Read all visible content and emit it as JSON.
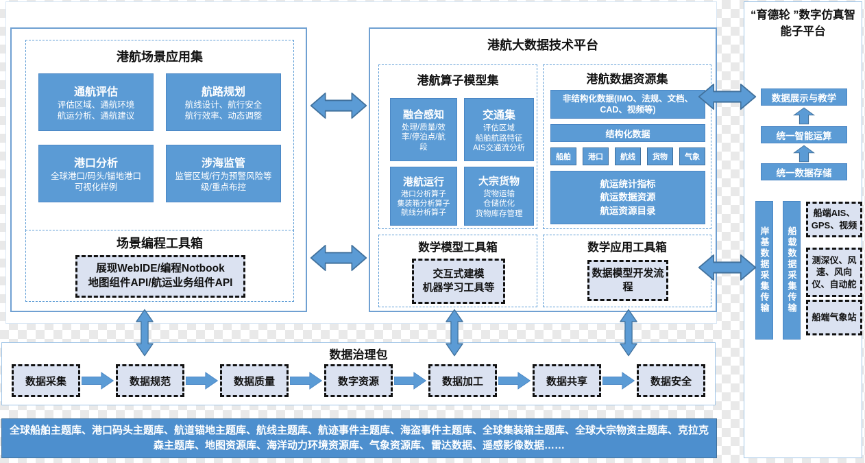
{
  "colors": {
    "accent": "#5b9bd5",
    "accent_dark": "#41719c",
    "panel_fill": "#dbe2f1",
    "bar_fill": "#4d8fce"
  },
  "left_panel": {
    "scenario_apps": {
      "title": "港航场景应用集",
      "cards": [
        {
          "title": "通航评估",
          "desc": "评估区域、通航环境\n航运分析、通航建议"
        },
        {
          "title": "航路规划",
          "desc": "航线设计、航行安全\n航行效率、动态调整"
        },
        {
          "title": "港口分析",
          "desc": "全球港口/码头/锚地港口\n可视化样例"
        },
        {
          "title": "涉海监管",
          "desc": "监管区域/行为预警风险等\n级/重点布控"
        }
      ]
    },
    "toolbox": {
      "title": "场景编程工具箱",
      "content": "展现WebIDE/编程Notbook\n地图组件API/航运业务组件API"
    }
  },
  "mid_panel": {
    "title": "港航大数据技术平台",
    "operator_models": {
      "title": "港航算子模型集",
      "cards": [
        {
          "title": "融合感知",
          "desc": "处理/质量/效\n率/停泊点/航\n段"
        },
        {
          "title": "交通集",
          "desc": "评估区域\n船舶航路特征\nAIS交通流分析"
        },
        {
          "title": "港航运行",
          "desc": "港口分析算子\n集装箱分析算子\n航线分析算子"
        },
        {
          "title": "大宗货物",
          "desc": "货物运输\n仓储优化\n货物库存管理"
        }
      ]
    },
    "data_resources": {
      "title": "港航数据资源集",
      "unstructured": "非结构化数据(IMO、法规、文档、CAD、视频等)",
      "structured": "结构化数据",
      "chips": [
        "船舶",
        "港口",
        "航线",
        "货物",
        "气象"
      ],
      "catalog": "航运统计指标\n航运数据资源\n航运资源目录"
    },
    "model_toolbox": {
      "title": "数学模型工具箱",
      "content": "交互式建模\n机器学习工具等"
    },
    "app_toolbox": {
      "title": "数学应用工具箱",
      "content": "数据模型开发流程"
    }
  },
  "right_panel": {
    "title": "“育德轮 ”数字仿真智能子平台",
    "stack": [
      "数据展示与教学",
      "统一智能运算",
      "统一数据存储"
    ],
    "bars": [
      "岸基数据采集传输",
      "船载数据采集传输"
    ],
    "devices": [
      "船端AIS、GPS、视频",
      "测深仪、风速、风向仪、自动舵",
      "船端气象站"
    ]
  },
  "governance": {
    "title": "数据治理包",
    "steps": [
      "数据采集",
      "数据规范",
      "数据质量",
      "数字资源",
      "数据加工",
      "数据共享",
      "数据安全"
    ]
  },
  "theme_bar": {
    "text": "全球船舶主题库、港口码头主题库、航道锚地主题库、航线主题库、航迹事件主题库、海盗事件主题库、全球集装箱主题库、全球大宗物资主题库、克拉克森主题库、地图资源库、海洋动力环境资源库、气象资源库、雷达数据、遥感影像数据……"
  }
}
